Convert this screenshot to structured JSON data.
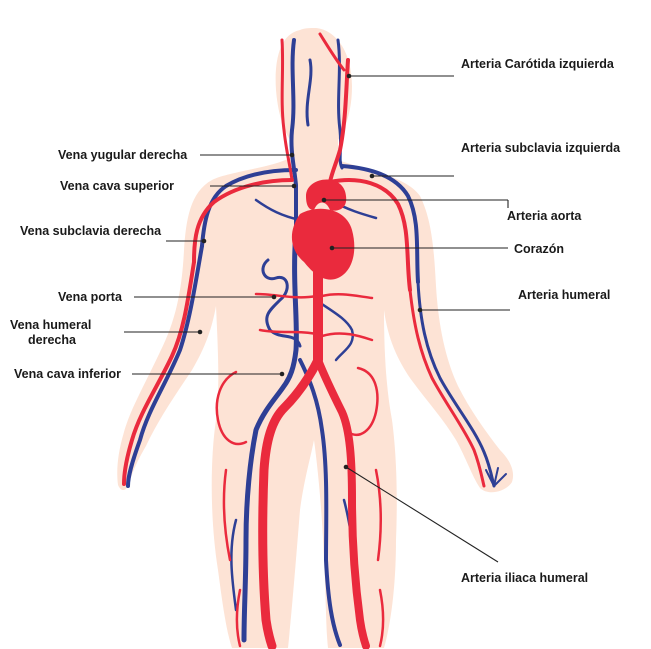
{
  "colors": {
    "skin": "#fde3d5",
    "artery": "#ea2a3d",
    "vein": "#2e3f95",
    "leader": "#222222"
  },
  "labels": {
    "carotida": "Arteria Carótida izquierda",
    "subclavia_izq": "Arteria subclavia izquierda",
    "aorta": "Arteria aorta",
    "corazon": "Corazón",
    "humeral_art": "Arteria humeral",
    "iliaca": "Arteria iliaca humeral",
    "yugular": "Vena yugular derecha",
    "cava_sup": "Vena cava superior",
    "subclavia_der": "Vena subclavia derecha",
    "porta": "Vena porta",
    "humeral_vena_1": "Vena humeral",
    "humeral_vena_2": "derecha",
    "cava_inf": "Vena cava inferior"
  }
}
